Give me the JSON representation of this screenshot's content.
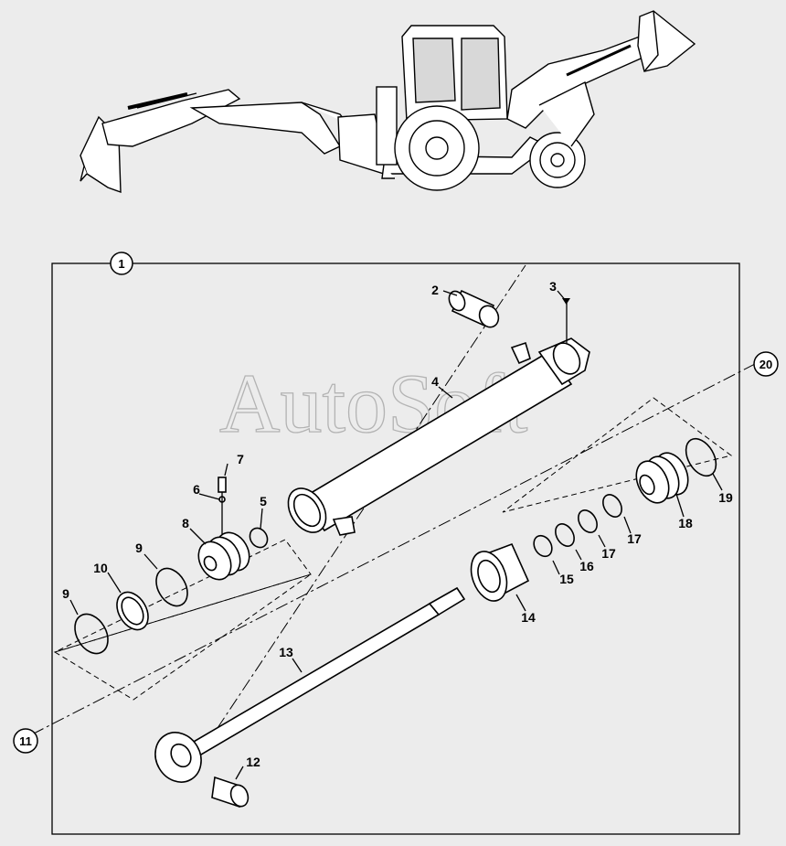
{
  "watermark": "AutoSoft",
  "colors": {
    "background": "#ececec",
    "line": "#000000",
    "watermark": "#b3b3b3"
  },
  "callouts": [
    {
      "id": "1",
      "kind": "circle"
    },
    {
      "id": "2",
      "kind": "plain"
    },
    {
      "id": "3",
      "kind": "plain"
    },
    {
      "id": "4",
      "kind": "plain"
    },
    {
      "id": "5",
      "kind": "plain"
    },
    {
      "id": "6",
      "kind": "plain"
    },
    {
      "id": "7",
      "kind": "plain"
    },
    {
      "id": "8",
      "kind": "plain"
    },
    {
      "id": "9",
      "kind": "plain"
    },
    {
      "id": "9",
      "kind": "plain"
    },
    {
      "id": "10",
      "kind": "plain"
    },
    {
      "id": "11",
      "kind": "circle"
    },
    {
      "id": "12",
      "kind": "plain"
    },
    {
      "id": "13",
      "kind": "plain"
    },
    {
      "id": "14",
      "kind": "plain"
    },
    {
      "id": "15",
      "kind": "plain"
    },
    {
      "id": "16",
      "kind": "plain"
    },
    {
      "id": "17",
      "kind": "plain"
    },
    {
      "id": "17",
      "kind": "plain"
    },
    {
      "id": "18",
      "kind": "plain"
    },
    {
      "id": "19",
      "kind": "plain"
    },
    {
      "id": "20",
      "kind": "circle"
    }
  ]
}
